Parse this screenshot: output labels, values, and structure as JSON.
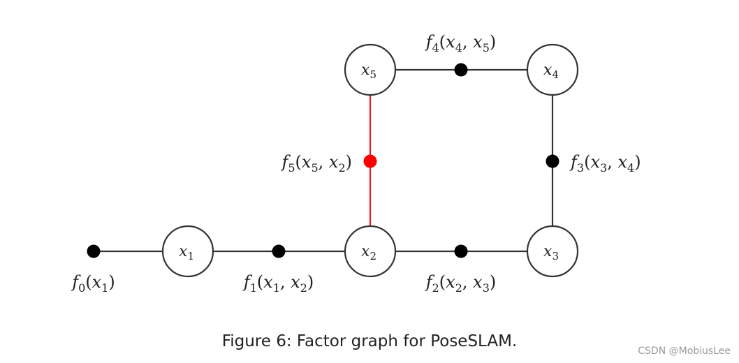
{
  "variables": [
    {
      "id": "x1",
      "symbol": "x",
      "sub": "1"
    },
    {
      "id": "x2",
      "symbol": "x",
      "sub": "2"
    },
    {
      "id": "x3",
      "symbol": "x",
      "sub": "3"
    },
    {
      "id": "x4",
      "symbol": "x",
      "sub": "4"
    },
    {
      "id": "x5",
      "symbol": "x",
      "sub": "5"
    }
  ],
  "factors": [
    {
      "id": "f0",
      "fn": "f",
      "sub": "0",
      "args": [
        {
          "s": "x",
          "sub": "1"
        }
      ],
      "connects": [
        "x1"
      ],
      "highlight": false
    },
    {
      "id": "f1",
      "fn": "f",
      "sub": "1",
      "args": [
        {
          "s": "x",
          "sub": "1"
        },
        {
          "s": "x",
          "sub": "2"
        }
      ],
      "connects": [
        "x1",
        "x2"
      ],
      "highlight": false
    },
    {
      "id": "f2",
      "fn": "f",
      "sub": "2",
      "args": [
        {
          "s": "x",
          "sub": "2"
        },
        {
          "s": "x",
          "sub": "3"
        }
      ],
      "connects": [
        "x2",
        "x3"
      ],
      "highlight": false
    },
    {
      "id": "f3",
      "fn": "f",
      "sub": "3",
      "args": [
        {
          "s": "x",
          "sub": "3"
        },
        {
          "s": "x",
          "sub": "4"
        }
      ],
      "connects": [
        "x3",
        "x4"
      ],
      "highlight": false
    },
    {
      "id": "f4",
      "fn": "f",
      "sub": "4",
      "args": [
        {
          "s": "x",
          "sub": "4"
        },
        {
          "s": "x",
          "sub": "5"
        }
      ],
      "connects": [
        "x4",
        "x5"
      ],
      "highlight": false
    },
    {
      "id": "f5",
      "fn": "f",
      "sub": "5",
      "args": [
        {
          "s": "x",
          "sub": "5"
        },
        {
          "s": "x",
          "sub": "2"
        }
      ],
      "connects": [
        "x5",
        "x2"
      ],
      "highlight": true
    }
  ],
  "colors": {
    "edge": "#333333",
    "highlight": "#ff0000",
    "factor": "#000000"
  },
  "caption": "Figure 6: Factor graph for PoseSLAM.",
  "watermark": "CSDN @MobiusLee"
}
